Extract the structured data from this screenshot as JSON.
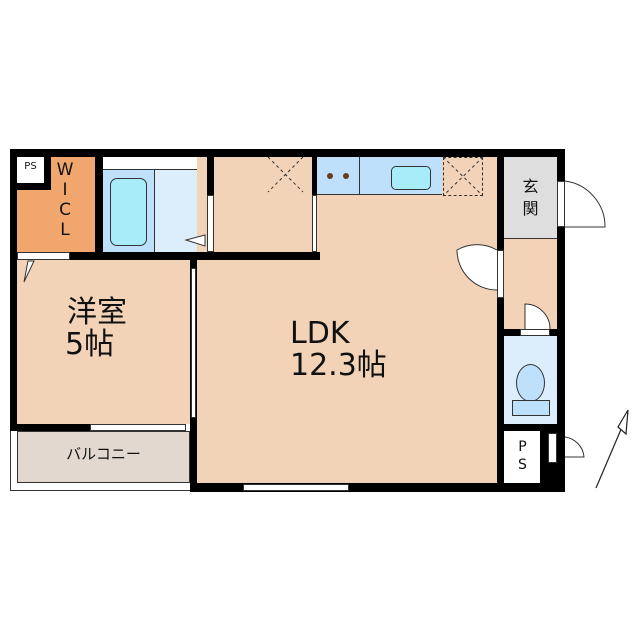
{
  "floorplan": {
    "rooms": {
      "western_room": {
        "name": "洋室",
        "size": "5帖"
      },
      "ldk": {
        "name": "LDK",
        "size": "12.3帖"
      },
      "walk_in_closet": {
        "label_chars": [
          "W",
          "I",
          "C",
          "L"
        ]
      },
      "balcony": {
        "name": "バルコニー"
      },
      "entrance": {
        "label_chars": [
          "玄",
          "関"
        ]
      },
      "ps_top_left": {
        "name": "PS"
      },
      "ps_bottom_right": {
        "label_chars": [
          "P",
          "S"
        ]
      }
    },
    "colors": {
      "wall": "#000000",
      "room_floor": "#f2d3b8",
      "closet": "#f0a66c",
      "wet_area": "#dceefc",
      "fixture_blue": "#bfe0fa",
      "fixture_cyan": "#a8ecfa",
      "entrance_gray": "#dedede",
      "balcony": "#e3d8d0"
    }
  }
}
